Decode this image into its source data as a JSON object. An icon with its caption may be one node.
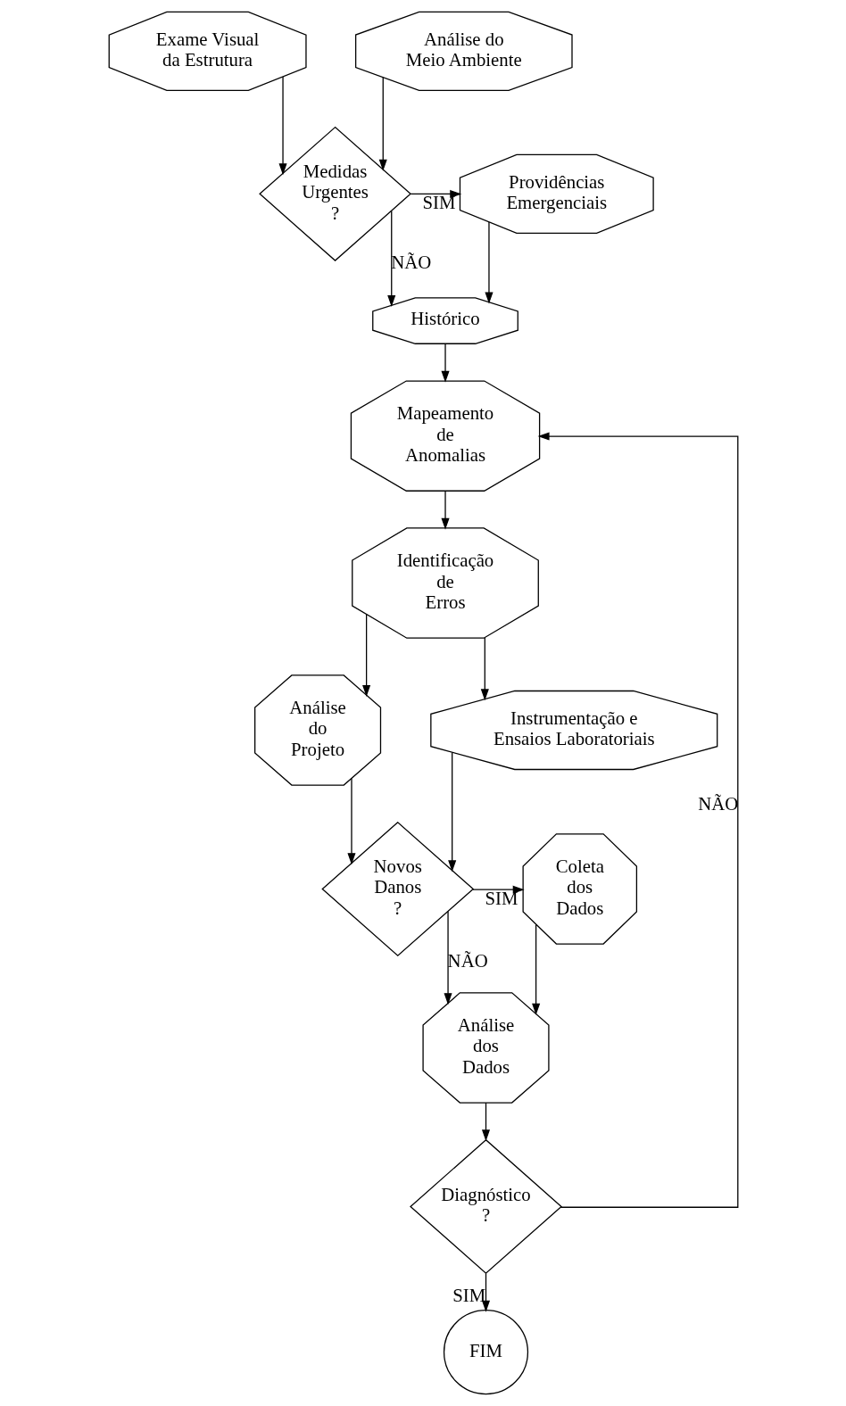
{
  "diagram": {
    "nodes": [
      {
        "text": [
          "Exame Visual da Estrutura"
        ]
      },
      {
        "text": [
          "Análise do Meio Ambiente"
        ]
      },
      {
        "text": [
          "Medidas Urgentes ?"
        ]
      },
      {
        "text": [
          "Providências Emergenciais"
        ]
      },
      {
        "text": [
          "Histórico"
        ]
      },
      {
        "text": [
          "Mapeamento de Anomalias"
        ]
      },
      {
        "text": [
          "Identificação de Erros"
        ]
      },
      {
        "text": [
          "Análise do Projeto"
        ]
      },
      {
        "text": [
          "Instrumentação e Ensaios Laboratoriais"
        ]
      },
      {
        "text": [
          "Novos Danos ?"
        ]
      },
      {
        "text": [
          "Coleta dos Dados"
        ]
      },
      {
        "text": [
          "Análise dos Dados"
        ]
      },
      {
        "text": [
          "Diagnóstico ?"
        ]
      },
      {
        "text": [
          "FIM"
        ]
      }
    ],
    "edges": [
      {
        "from": 0,
        "to": 2,
        "arrow": "to"
      },
      {
        "from": 1,
        "to": 2,
        "arrow": "to"
      },
      {
        "from": 2,
        "to": 3,
        "arrow": "to",
        "label": "SIM"
      },
      {
        "from": 2,
        "to": 4,
        "arrow": "to",
        "label": "NÃO"
      },
      {
        "from": 3,
        "to": 4,
        "arrow": "to"
      },
      {
        "from": 4,
        "to": 5,
        "arrow": "to"
      },
      {
        "from": 5,
        "to": 6,
        "arrow": "to"
      },
      {
        "from": 6,
        "to": 7,
        "arrow": "to"
      },
      {
        "from": 6,
        "to": 8,
        "arrow": "to"
      },
      {
        "from": 7,
        "to": 9,
        "arrow": "to"
      },
      {
        "from": 8,
        "to": 9,
        "arrow": "to"
      },
      {
        "from": 9,
        "to": 10,
        "arrow": "to",
        "label": "SIM"
      },
      {
        "from": 9,
        "to": 11,
        "arrow": "to",
        "label": "NÃO"
      },
      {
        "from": 10,
        "to": 11,
        "arrow": "to"
      },
      {
        "from": 11,
        "to": 12,
        "arrow": "to"
      },
      {
        "from": 12,
        "to": 5,
        "arrow": "to",
        "label": "NÃO"
      },
      {
        "from": 12,
        "to": 13,
        "arrow": "to",
        "label": "SIM"
      }
    ]
  }
}
